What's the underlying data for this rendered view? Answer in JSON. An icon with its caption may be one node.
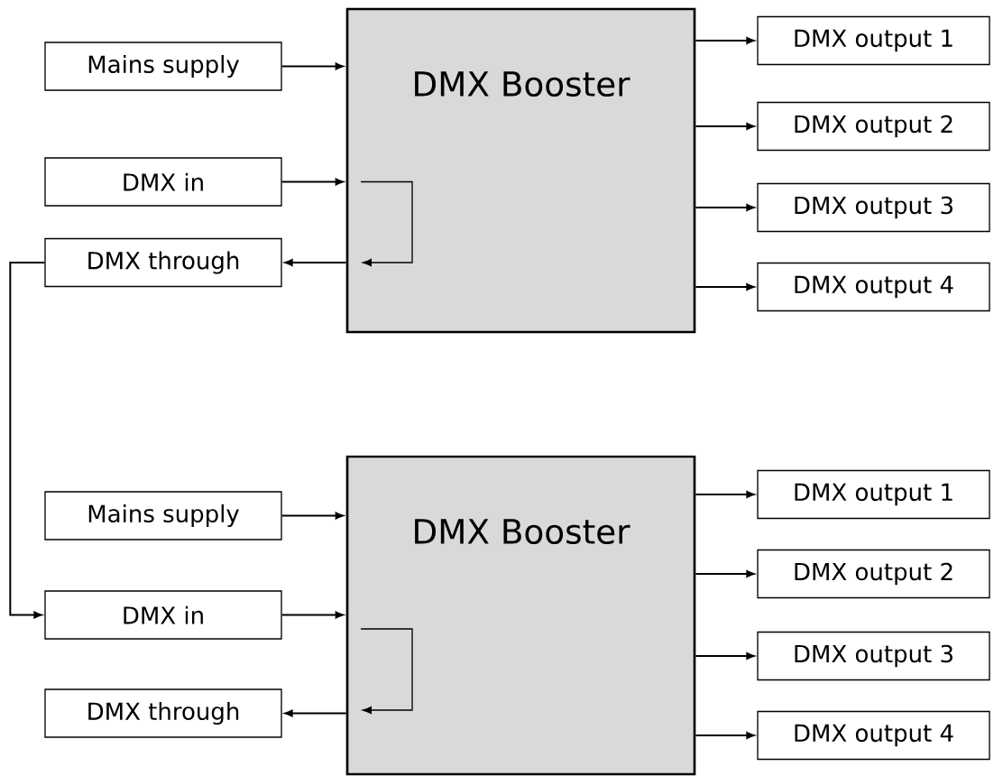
{
  "diagram": {
    "nodes": [
      {
        "text": [
          "DMX Booster"
        ]
      },
      {
        "text": [
          "Mains supply"
        ]
      },
      {
        "text": [
          "DMX in"
        ]
      },
      {
        "text": [
          "DMX through"
        ]
      },
      {
        "text": [
          "DMX output 1"
        ]
      },
      {
        "text": [
          "DMX output 2"
        ]
      },
      {
        "text": [
          "DMX output 3"
        ]
      },
      {
        "text": [
          "DMX output 4"
        ]
      },
      {
        "text": [
          "DMX Booster"
        ]
      },
      {
        "text": [
          "Mains supply"
        ]
      },
      {
        "text": [
          "DMX in"
        ]
      },
      {
        "text": [
          "DMX through"
        ]
      },
      {
        "text": [
          "DMX output 1"
        ]
      },
      {
        "text": [
          "DMX output 2"
        ]
      },
      {
        "text": [
          "DMX output 3"
        ]
      },
      {
        "text": [
          "DMX output 4"
        ]
      }
    ],
    "edges": [
      {
        "from": 1,
        "to": 0,
        "arrow": "to"
      },
      {
        "from": 2,
        "to": 0,
        "arrow": "to"
      },
      {
        "from": 0,
        "to": 3,
        "arrow": "to"
      },
      {
        "from": 0,
        "to": 4,
        "arrow": "to"
      },
      {
        "from": 0,
        "to": 5,
        "arrow": "to"
      },
      {
        "from": 0,
        "to": 6,
        "arrow": "to"
      },
      {
        "from": 0,
        "to": 7,
        "arrow": "to"
      },
      {
        "from": 3,
        "to": 10,
        "arrow": "to"
      },
      {
        "from": 9,
        "to": 8,
        "arrow": "to"
      },
      {
        "from": 10,
        "to": 8,
        "arrow": "to"
      },
      {
        "from": 8,
        "to": 11,
        "arrow": "to"
      },
      {
        "from": 8,
        "to": 12,
        "arrow": "to"
      },
      {
        "from": 8,
        "to": 13,
        "arrow": "to"
      },
      {
        "from": 8,
        "to": 14,
        "arrow": "to"
      },
      {
        "from": 8,
        "to": 15,
        "arrow": "to"
      }
    ]
  }
}
